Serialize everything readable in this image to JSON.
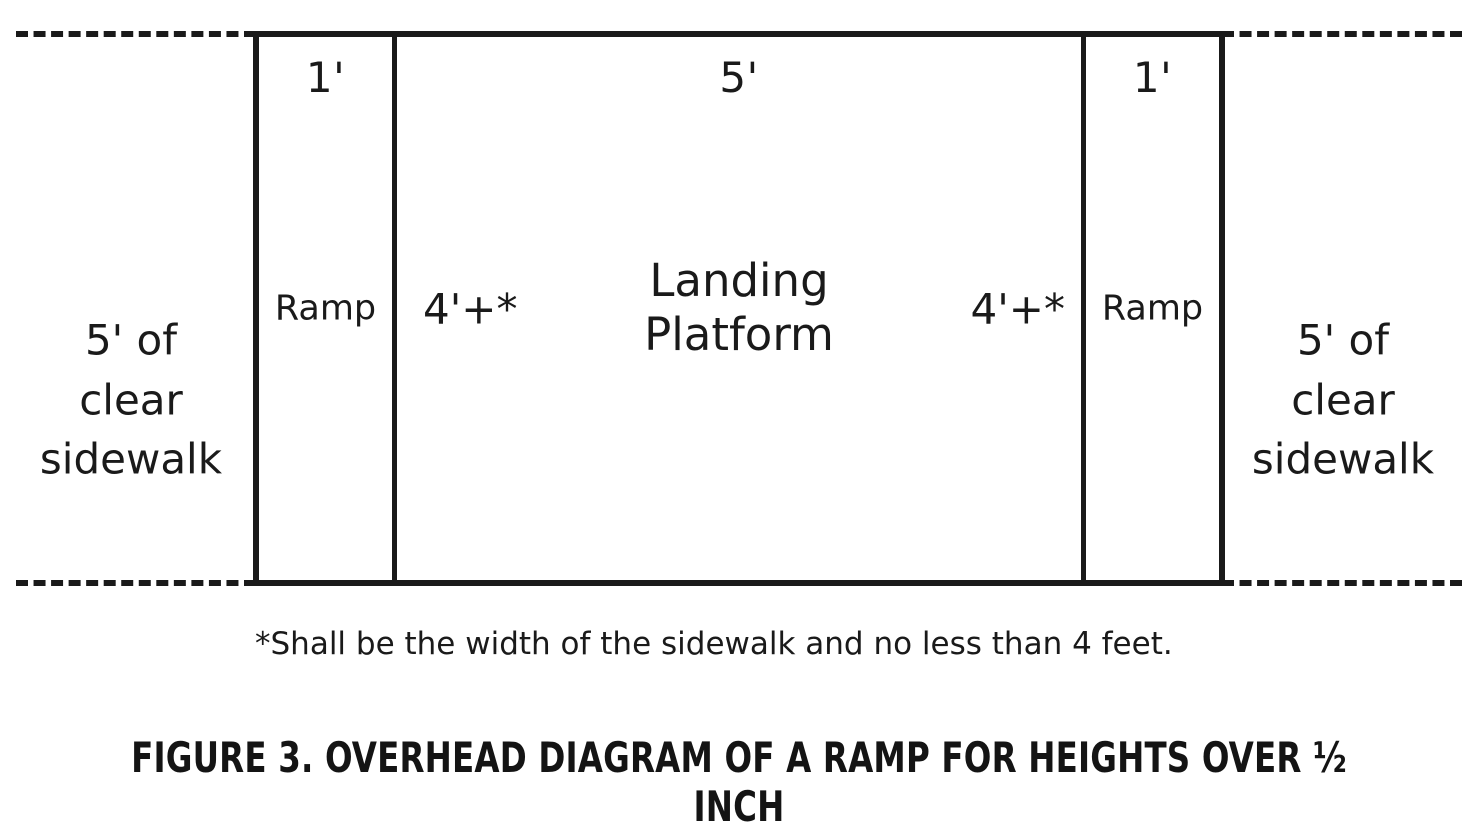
{
  "diagram": {
    "sidewalk_left": "5' of\nclear\nsidewalk",
    "sidewalk_left_lines": [
      "5' of",
      "clear",
      "sidewalk"
    ],
    "sidewalk_right_lines": [
      "5' of",
      "clear",
      "sidewalk"
    ],
    "ramp_left": {
      "dimension": "1'",
      "label": "Ramp"
    },
    "platform": {
      "dimension": "5'",
      "label_line1": "Landing",
      "label_line2": "Platform",
      "approach_left": "4'+*",
      "approach_right": "4'+*"
    },
    "ramp_right": {
      "dimension": "1'",
      "label": "Ramp"
    }
  },
  "footnote": "*Shall be the width of the sidewalk and no less than 4 feet.",
  "caption": "FIGURE 3. OVERHEAD DIAGRAM OF A RAMP FOR HEIGHTS OVER ½ INCH",
  "colors": {
    "ink": "#1a1a1a",
    "background": "#ffffff"
  }
}
